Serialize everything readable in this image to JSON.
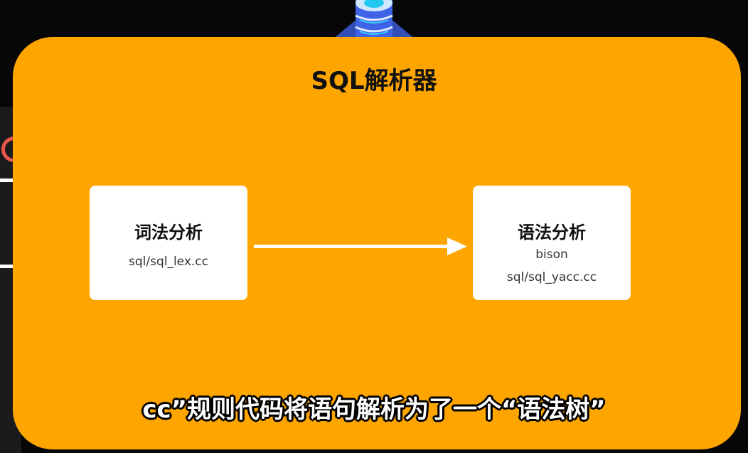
{
  "diagram": {
    "title": "SQL解析器",
    "nodes": [
      {
        "label": "词法分析",
        "details": [
          "sql/sql_lex.cc"
        ]
      },
      {
        "label": "语法分析",
        "details": [
          "bison",
          "sql/sql_yacc.cc"
        ]
      }
    ],
    "edges": [
      {
        "from": "词法分析",
        "to": "语法分析"
      }
    ]
  },
  "subtitle": "cc”规则代码将语句解析为了一个“语法树”",
  "colors": {
    "panel": "#fea500",
    "background": "#070707",
    "box": "#ffffff",
    "arrow": "#ffffff"
  }
}
